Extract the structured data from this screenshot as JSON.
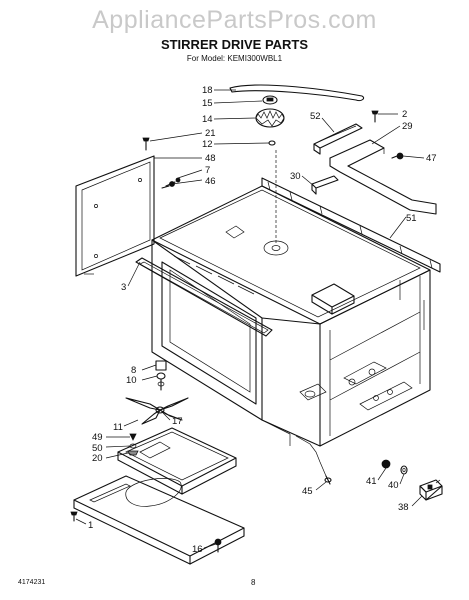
{
  "watermark": "AppliancePartsPros.com",
  "title": "STIRRER DRIVE PARTS",
  "model_line": "For Model: KEMI300WBL1",
  "footer": {
    "doc_number": "4174231",
    "page": "8"
  },
  "callouts": [
    "18",
    "15",
    "14",
    "12",
    "21",
    "48",
    "7",
    "46",
    "2",
    "52",
    "29",
    "47",
    "30",
    "51",
    "3",
    "8",
    "10",
    "11",
    "49",
    "50",
    "20",
    "17",
    "1",
    "16",
    "45",
    "41",
    "40",
    "38"
  ]
}
